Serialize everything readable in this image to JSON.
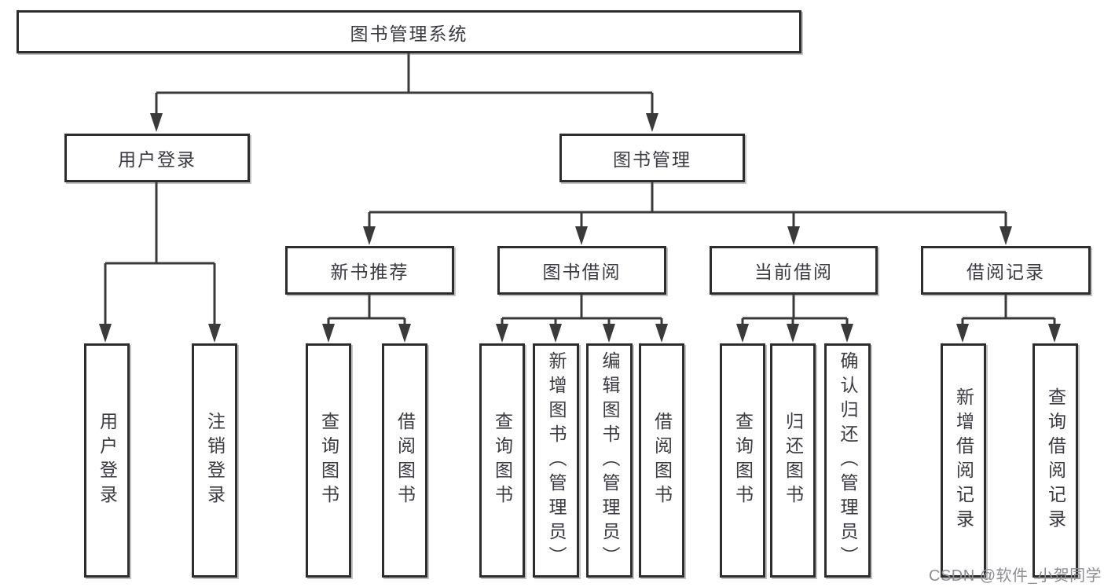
{
  "diagram": {
    "type": "hierarchy",
    "root": {
      "label": "图书管理系统"
    },
    "branches": [
      {
        "label": "用户登录",
        "children": [
          {
            "label": "用户登录"
          },
          {
            "label": "注销登录"
          }
        ]
      },
      {
        "label": "图书管理",
        "children": [
          {
            "label": "新书推荐",
            "children": [
              {
                "label": "查询图书"
              },
              {
                "label": "借阅图书"
              }
            ]
          },
          {
            "label": "图书借阅",
            "children": [
              {
                "label": "查询图书"
              },
              {
                "label": "新增图书（管理员）"
              },
              {
                "label": "编辑图书（管理员）"
              },
              {
                "label": "借阅图书"
              }
            ]
          },
          {
            "label": "当前借阅",
            "children": [
              {
                "label": "查询图书"
              },
              {
                "label": "归还图书"
              },
              {
                "label": "确认归还（管理员）"
              }
            ]
          },
          {
            "label": "借阅记录",
            "children": [
              {
                "label": "新增借阅记录"
              },
              {
                "label": "查询借阅记录"
              }
            ]
          }
        ]
      }
    ],
    "colors": {
      "box_border": "#2d2d2d",
      "text": "#3a3a40",
      "connector": "#3a3a3a",
      "background": "#ffffff"
    }
  },
  "watermark": {
    "text": "CSDN @软件_小贺同学",
    "color": "#8d8d93"
  }
}
